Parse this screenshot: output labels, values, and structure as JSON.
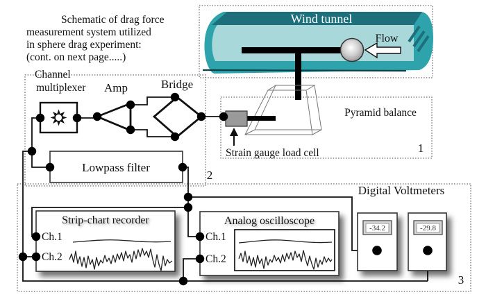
{
  "header": {
    "line1": "Schematic of drag force",
    "line2": "measurement system utilized",
    "line3": "in sphere drag experiment:",
    "line4": "(cont. on next page.....)"
  },
  "labels": {
    "channel": "Channel",
    "multiplexer": "multiplexer",
    "amp": "Amp",
    "bridge": "Bridge",
    "wind_tunnel": "Wind tunnel",
    "flow": "Flow",
    "pyramid_balance": "Pyramid balance",
    "strain_gauge": "Strain gauge load cell",
    "lowpass": "Lowpass filter",
    "strip_chart": "Strip-chart recorder",
    "oscilloscope": "Analog oscilloscope",
    "digital_voltmeters": "Digital Voltmeters",
    "zone1": "1",
    "zone2": "2",
    "zone3": "3"
  },
  "channels": {
    "ch1": "Ch.1",
    "ch2": "Ch.2"
  },
  "voltmeters": {
    "vm1": "-34.2",
    "vm2": "-29.8"
  },
  "colors": {
    "teal_dark": "#1e6f7c",
    "teal_mid": "#2ea3ab",
    "teal_pale": "#a8d8da",
    "teal_line": "#0d3f46",
    "loadcell_gray": "#9a9a9a",
    "ink": "#111111"
  }
}
